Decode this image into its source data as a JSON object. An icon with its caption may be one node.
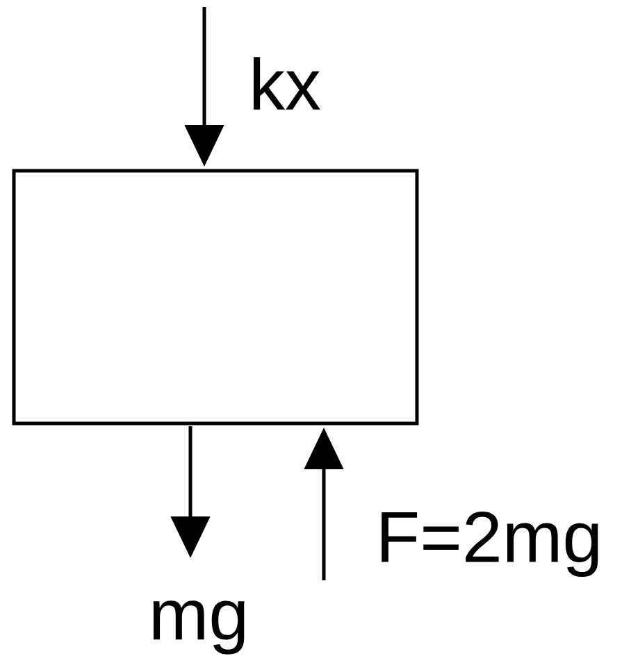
{
  "diagram": {
    "nodes": [
      {
        "text": [],
        "shape": "box"
      }
    ],
    "labels": [
      "kx",
      "mg",
      "F=2mg"
    ]
  }
}
